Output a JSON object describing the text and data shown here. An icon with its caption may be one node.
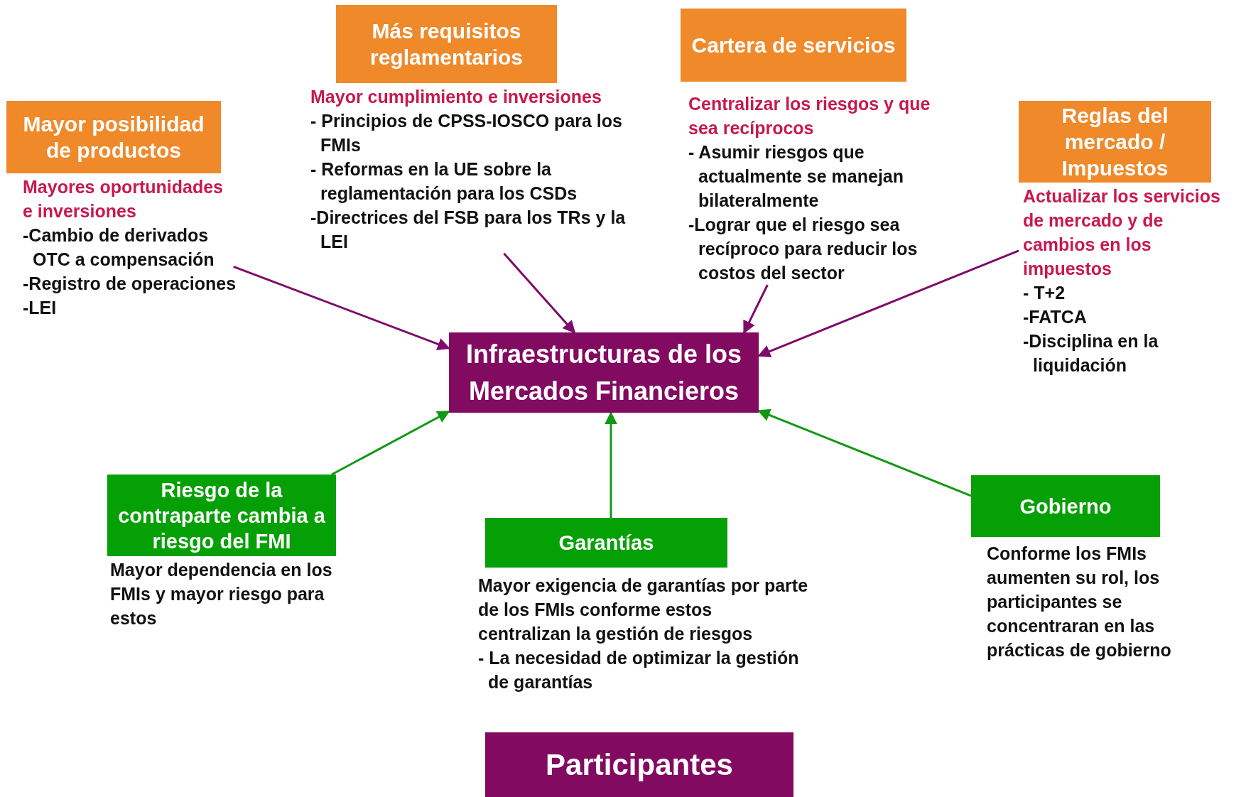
{
  "diagram": {
    "nodes": [
      {
        "text": [
          "Mayor posibilidad de productos"
        ],
        "beside": [
          "Mayores oportunidades e inversiones",
          "-Cambio de derivados OTC a compensación",
          "-Registro de operaciones",
          "-LEI"
        ]
      },
      {
        "text": [
          "Más requisitos reglamentarios"
        ],
        "beside": [
          "Mayor cumplimiento e inversiones",
          "- Principios de CPSS-IOSCO para los FMIs",
          "- Reformas en la UE sobre la reglamentación para los CSDs",
          "-Directrices del FSB para los TRs y la LEI"
        ]
      },
      {
        "text": [
          "Cartera de servicios"
        ],
        "beside": [
          "Centralizar los riesgos y que sea recíprocos",
          "- Asumir riesgos que actualmente se manejan bilateralmente",
          "-Lograr que el riesgo sea recíproco para reducir los costos del sector"
        ]
      },
      {
        "text": [
          "Reglas del mercado / Impuestos"
        ],
        "beside": [
          "Actualizar los servicios de mercado y de cambios en los impuestos",
          "- T+2",
          "-FATCA",
          "-Disciplina en la liquidación"
        ]
      },
      {
        "text": [
          "Infraestructuras de los Mercados Financieros"
        ]
      },
      {
        "text": [
          "Riesgo de la contraparte cambia a riesgo del FMI"
        ],
        "beside": [
          "Mayor dependencia en los FMIs y mayor riesgo para estos"
        ]
      },
      {
        "text": [
          "Garantías"
        ],
        "beside": [
          "Mayor exigencia de garantías por parte de los FMIs conforme estos centralizan la gestión de riesgos",
          "- La necesidad de optimizar la gestión de garantías"
        ]
      },
      {
        "text": [
          "Gobierno"
        ],
        "beside": [
          "Conforme los FMIs aumenten su rol, los participantes se concentraran en las prácticas de gobierno"
        ]
      },
      {
        "text": [
          "Participantes"
        ]
      }
    ],
    "edges": [
      {
        "from": 0,
        "to": 4,
        "arrow": "to"
      },
      {
        "from": 1,
        "to": 4,
        "arrow": "to"
      },
      {
        "from": 2,
        "to": 4,
        "arrow": "to"
      },
      {
        "from": 3,
        "to": 4,
        "arrow": "to"
      },
      {
        "from": 5,
        "to": 4,
        "arrow": "to",
        "color": "#129912"
      },
      {
        "from": 6,
        "to": 4,
        "arrow": "to",
        "color": "#129912"
      },
      {
        "from": 7,
        "to": 4,
        "arrow": "to",
        "color": "#129912"
      }
    ]
  }
}
